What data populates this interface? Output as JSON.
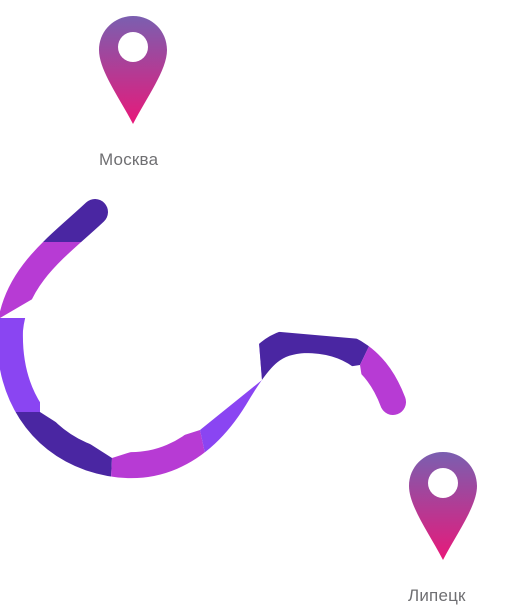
{
  "colors": {
    "pin_gradient_top": "#7a5fb0",
    "pin_gradient_bottom": "#e8197a",
    "route_dark": "#4a26a2",
    "route_magenta": "#b73bd4",
    "route_violet": "#8a45f2",
    "label_text": "#6f6f72"
  },
  "markers": {
    "start": {
      "city": "Москва",
      "icon": "map-pin-icon"
    },
    "end": {
      "city": "Липецк",
      "icon": "map-pin-icon"
    }
  },
  "route": {
    "icon": "route-path"
  }
}
